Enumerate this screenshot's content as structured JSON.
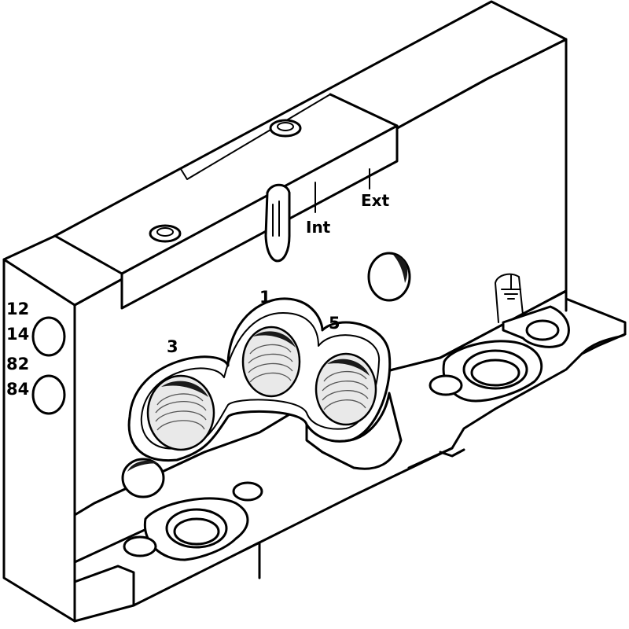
{
  "labels": {
    "port_12": "12",
    "port_14": "14",
    "port_82": "82",
    "port_84": "84",
    "port_1": "1",
    "port_3": "3",
    "port_5": "5",
    "int": "Int",
    "ext": "Ext"
  },
  "icons": {
    "ground": "earth-ground-symbol",
    "screw": "hex-socket-screw"
  }
}
